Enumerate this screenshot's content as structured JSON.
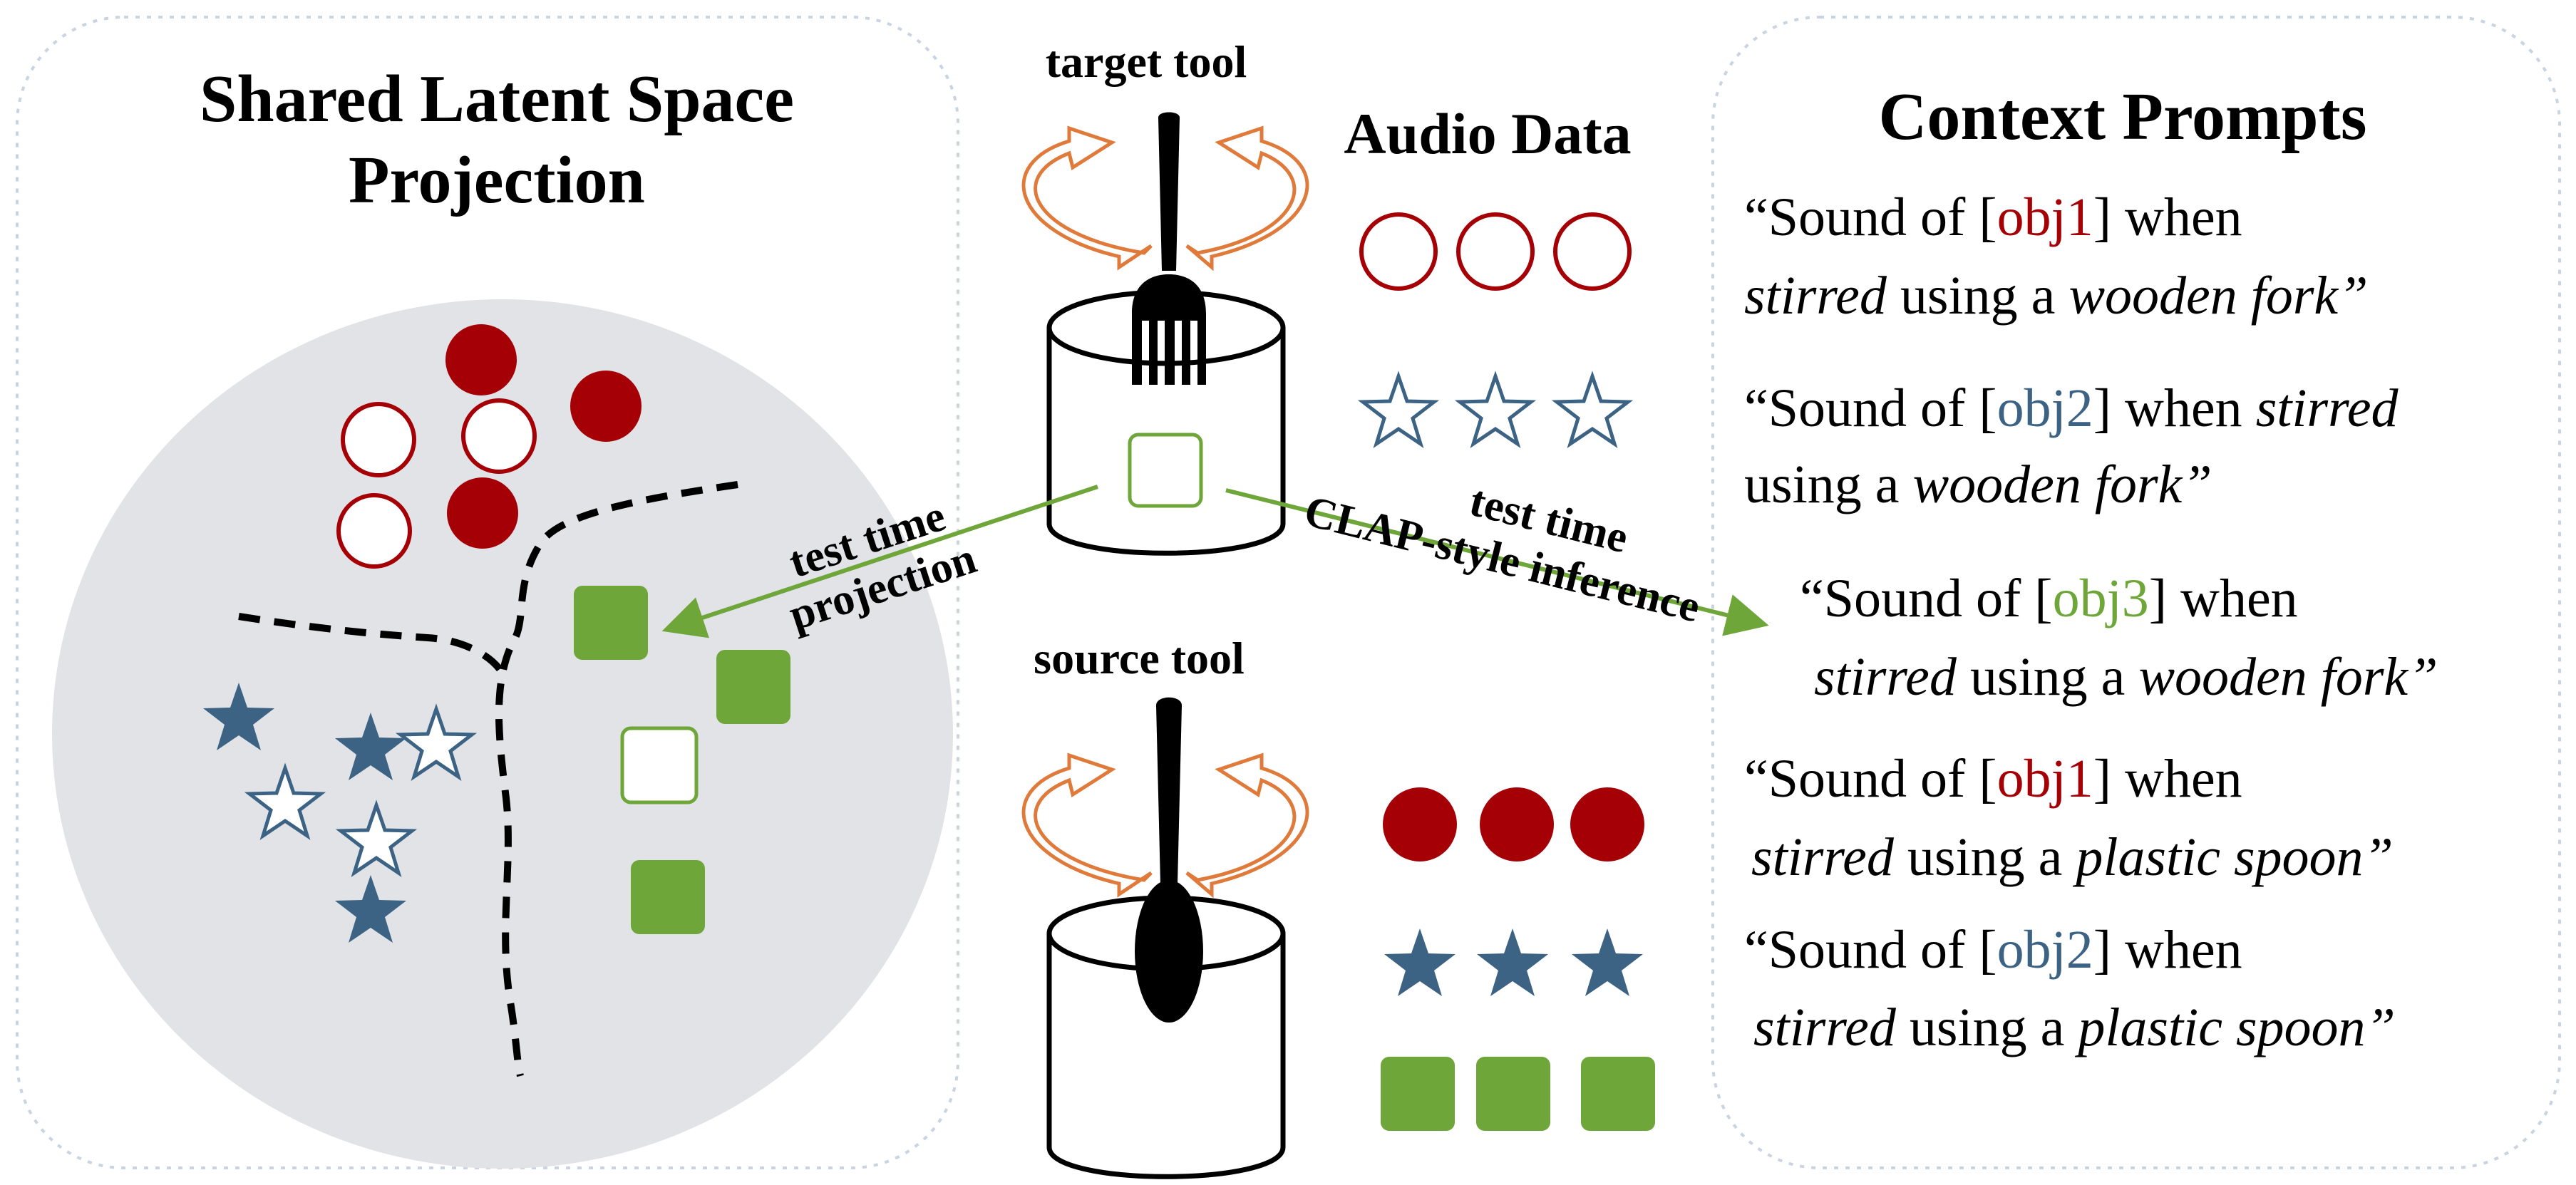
{
  "colors": {
    "red": "#A50006",
    "blue": "#3C6284",
    "green": "#6FA63A",
    "orange": "#E07A3A",
    "circle_fill": "#E1E3E7",
    "panel_border": "#C9D4E2"
  },
  "left_panel": {
    "title_line1": "Shared Latent Space",
    "title_line2": "Projection"
  },
  "center": {
    "target_tool_label": "target tool",
    "source_tool_label": "source tool",
    "audio_data_title": "Audio Data",
    "projection_label_line1": "test time",
    "projection_label_line2": "projection",
    "inference_label_line1": "test time",
    "inference_label_line2": "CLAP-style inference",
    "icons": [
      "rotate-arrow-icon",
      "fork-icon",
      "spoon-icon",
      "cup-icon"
    ]
  },
  "right_panel": {
    "title": "Context Prompts",
    "prompts": [
      {
        "line1": [
          {
            "t": "“Sound of [",
            "s": "n"
          },
          {
            "t": "obj1",
            "s": "red"
          },
          {
            "t": "] when",
            "s": "n"
          }
        ],
        "line2": [
          {
            "t": "stirred",
            "s": "i"
          },
          {
            "t": " using a ",
            "s": "n"
          },
          {
            "t": "wooden fork”",
            "s": "i"
          }
        ]
      },
      {
        "line1": [
          {
            "t": "“Sound of [",
            "s": "n"
          },
          {
            "t": "obj2",
            "s": "blue"
          },
          {
            "t": "] when ",
            "s": "n"
          },
          {
            "t": "stirred",
            "s": "i"
          }
        ],
        "line2": [
          {
            "t": "using a ",
            "s": "n"
          },
          {
            "t": "wooden fork”",
            "s": "i"
          }
        ]
      },
      {
        "line1": [
          {
            "t": "“Sound of [",
            "s": "n"
          },
          {
            "t": "obj3",
            "s": "green"
          },
          {
            "t": "] when",
            "s": "n"
          }
        ],
        "line2": [
          {
            "t": "stirred",
            "s": "i"
          },
          {
            "t": " using a ",
            "s": "n"
          },
          {
            "t": "wooden fork”",
            "s": "i"
          }
        ]
      },
      {
        "line1": [
          {
            "t": "“Sound of [",
            "s": "n"
          },
          {
            "t": "obj1",
            "s": "red"
          },
          {
            "t": "] when",
            "s": "n"
          }
        ],
        "line2": [
          {
            "t": "stirred",
            "s": "i"
          },
          {
            "t": " using a ",
            "s": "n"
          },
          {
            "t": "plastic spoon”",
            "s": "i"
          }
        ]
      },
      {
        "line1": [
          {
            "t": "“Sound of [",
            "s": "n"
          },
          {
            "t": "obj2",
            "s": "blue"
          },
          {
            "t": "] when",
            "s": "n"
          }
        ],
        "line2": [
          {
            "t": "stirred",
            "s": "i"
          },
          {
            "t": " using a ",
            "s": "n"
          },
          {
            "t": "plastic spoon”",
            "s": "i"
          }
        ]
      }
    ]
  }
}
